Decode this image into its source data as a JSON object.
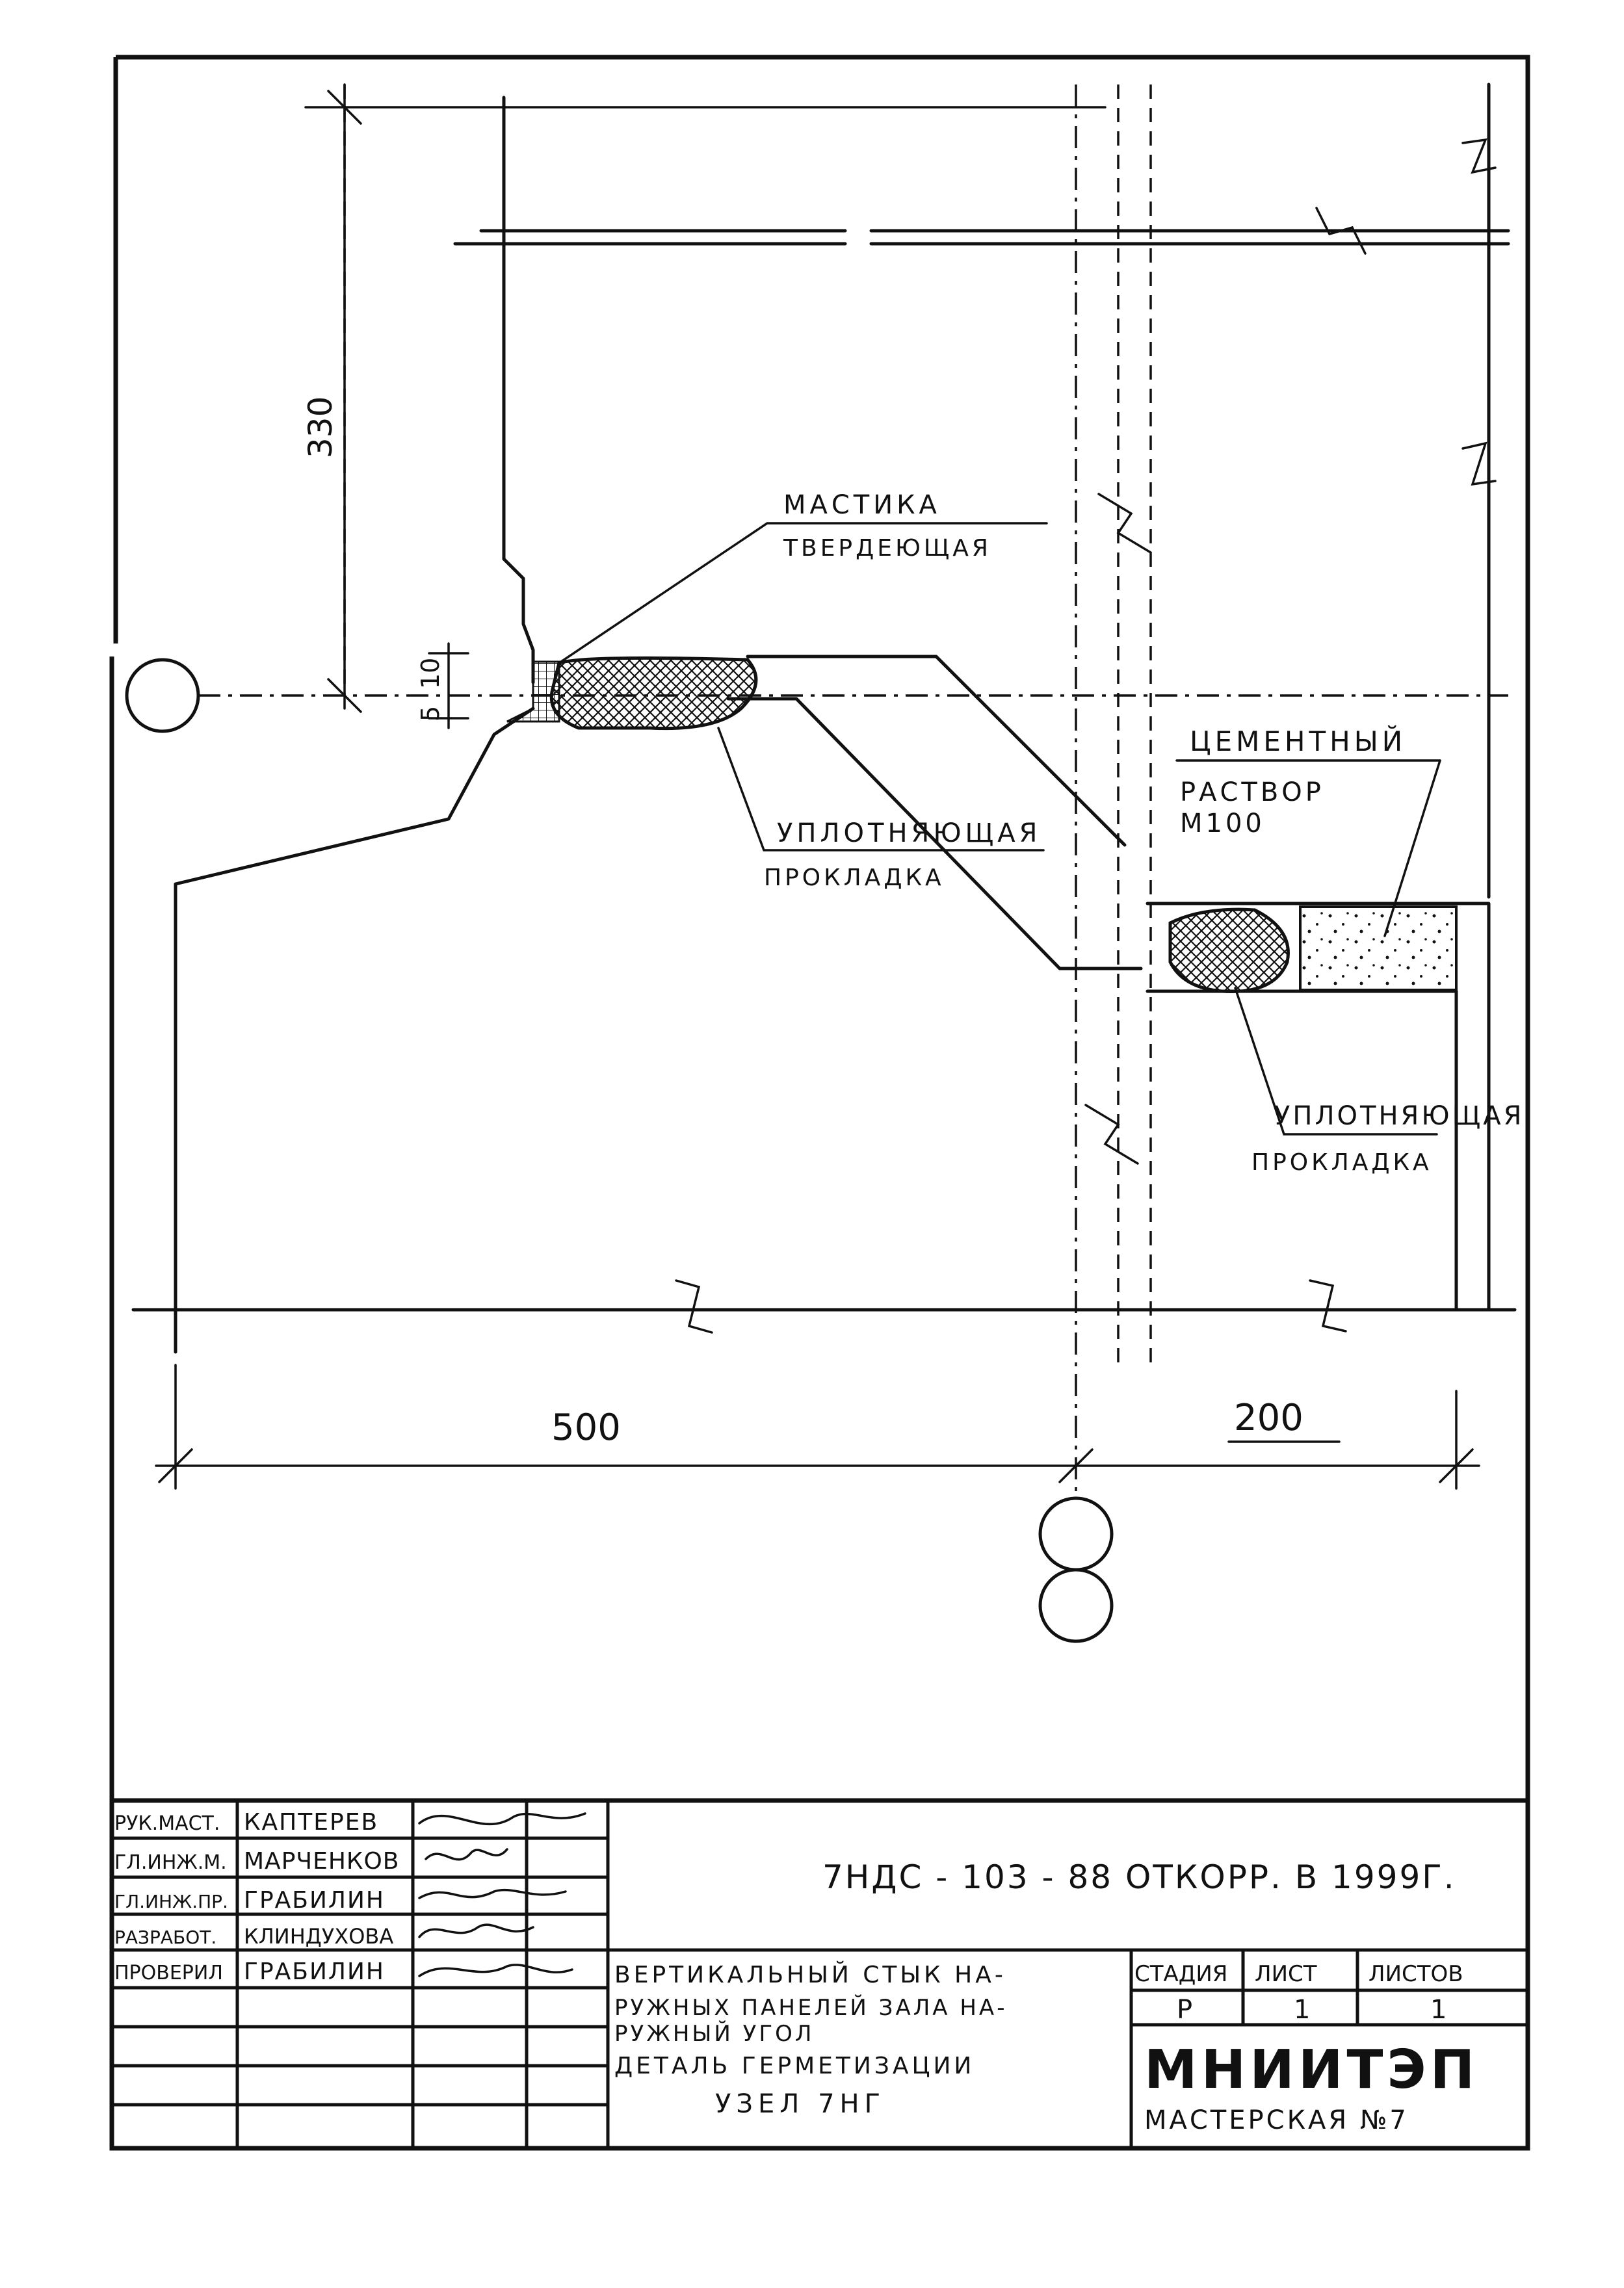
{
  "drawing": {
    "labels": {
      "mastic_line1": "МАСТИКА",
      "mastic_line2": "ТВЕРДЕЮЩАЯ",
      "seal1_line1": "УПЛОТНЯЮЩАЯ",
      "seal1_line2": "ПРОКЛАДКА",
      "cement_line1": "ЦЕМЕНТНЫЙ",
      "cement_line2": "РАСТВОР",
      "cement_line3": "М100",
      "seal2_line1": "УПЛОТНЯЮЩАЯ",
      "seal2_line2": "ПРОКЛАДКА"
    },
    "dimensions": {
      "vertical_330": "330",
      "dim_10": "10",
      "dim_5": "5",
      "horizontal_500": "500",
      "horizontal_200": "200"
    }
  },
  "title_block": {
    "roles": [
      "РУК.МАСТ.",
      "ГЛ.ИНЖ.М.",
      "ГЛ.ИНЖ.ПР.",
      "РАЗРАБОТ.",
      "ПРОВЕРИЛ"
    ],
    "names": [
      "КАПТЕРЕВ",
      "МАРЧЕНКОВ",
      "ГРАБИЛИН",
      "КЛИНДУХОВА",
      "ГРАБИЛИН"
    ],
    "code": "7НДС - 103 - 88 ОТКОРР. В 1999Г.",
    "description_lines": [
      "ВЕРТИКАЛЬНЫЙ СТЫК НА-",
      "РУЖНЫХ ПАНЕЛЕЙ ЗАЛА НА-",
      "РУЖНЫЙ УГОЛ",
      "ДЕТАЛЬ ГЕРМЕТИЗАЦИИ",
      "УЗЕЛ 7НГ"
    ],
    "stage_header": "СТАДИЯ",
    "sheet_header": "ЛИСТ",
    "sheets_header": "ЛИСТОВ",
    "stage_value": "Р",
    "sheet_value": "1",
    "sheets_value": "1",
    "org_name": "МНИИТЭП",
    "org_workshop": "МАСТЕРСКАЯ №7"
  }
}
